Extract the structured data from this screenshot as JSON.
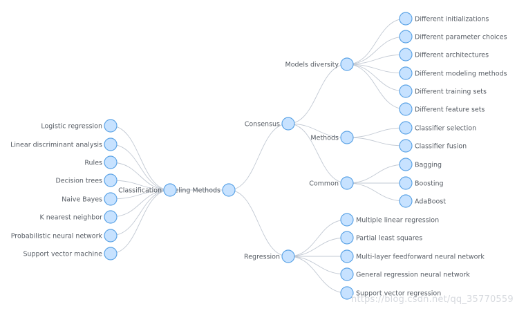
{
  "colors": {
    "node_fill": "#c7e2ff",
    "node_stroke": "#5ba3e6",
    "link": "#c2c9d3",
    "label": "#555b63"
  },
  "tree": {
    "root": {
      "label": "Modeling Methods",
      "visible_label": "deling Methods"
    },
    "classification": {
      "label": "Classification",
      "children": [
        "Logistic regression",
        "Linear discriminant analysis",
        "Rules",
        "Decision trees",
        "Naive Bayes",
        "K nearest neighbor",
        "Probabilistic neural network",
        "Support vector machine"
      ]
    },
    "consensus": {
      "label": "Consensus",
      "models_diversity": {
        "label": "Models diversity",
        "children": [
          "Different initializations",
          "Different parameter choices",
          "Different architectures",
          "Different modeling methods",
          "Different training sets",
          "Different feature sets"
        ]
      },
      "methods": {
        "label": "Methods",
        "children": [
          "Classifier selection",
          "Classifier fusion"
        ]
      },
      "common": {
        "label": "Common",
        "children": [
          "Bagging",
          "Boosting",
          "AdaBoost"
        ]
      }
    },
    "regression": {
      "label": "Regression",
      "children": [
        "Multiple linear regression",
        "Partial least squares",
        "Multi-layer feedforward neural network",
        "General regression neural network",
        "Support vector regression"
      ]
    }
  },
  "watermark": "https://blog.csdn.net/qq_35770559"
}
